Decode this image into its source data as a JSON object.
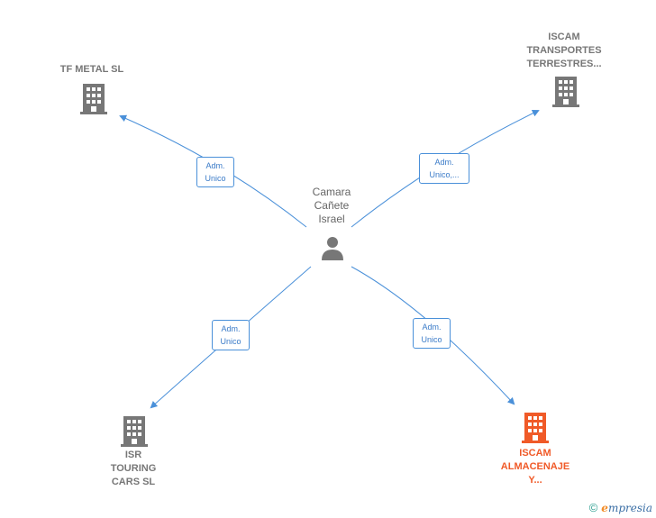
{
  "center": {
    "name": "Camara\nCañete\nIsrael",
    "icon": "person-icon"
  },
  "companies": [
    {
      "id": "tf-metal",
      "label": "TF METAL SL",
      "icon": "building-icon",
      "color": "#777777",
      "highlight": false
    },
    {
      "id": "iscam-transportes",
      "label": "ISCAM\nTRANSPORTES\nTERRESTRES...",
      "icon": "building-icon",
      "color": "#777777",
      "highlight": false
    },
    {
      "id": "isr-touring",
      "label": "ISR\nTOURING\nCARS  SL",
      "icon": "building-icon",
      "color": "#777777",
      "highlight": false
    },
    {
      "id": "iscam-almacenaje",
      "label": "ISCAM\nALMACENAJE\nY...",
      "icon": "building-icon",
      "color": "#f05a28",
      "highlight": true
    }
  ],
  "relations": [
    {
      "to": "tf-metal",
      "label": "Adm.\nUnico"
    },
    {
      "to": "iscam-transportes",
      "label": "Adm.\nUnico,..."
    },
    {
      "to": "isr-touring",
      "label": "Adm.\nUnico"
    },
    {
      "to": "iscam-almacenaje",
      "label": "Adm.\nUnico"
    }
  ],
  "footer": {
    "copyright_symbol": "©",
    "brand_initial": "e",
    "brand_rest": "mpresia"
  },
  "colors": {
    "edge": "#4a90d9",
    "node": "#777777",
    "highlight": "#f05a28"
  }
}
